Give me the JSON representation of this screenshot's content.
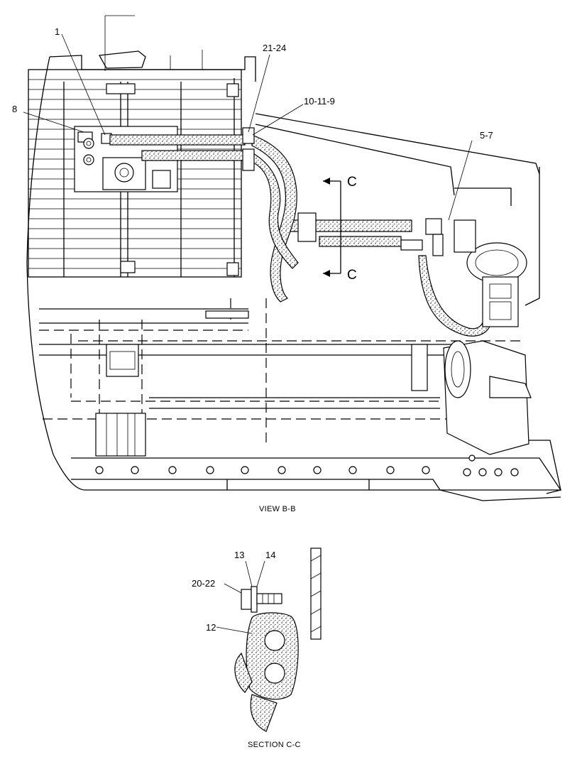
{
  "views": {
    "main_title": "VIEW B-B",
    "section_title": "SECTION C-C",
    "section_marker": "C"
  },
  "callouts": {
    "c1": "1",
    "c8": "8",
    "c21_24": "21-24",
    "c10_11_9": "10-11-9",
    "c5_7": "5-7",
    "c13": "13",
    "c14": "14",
    "c20_22": "20-22",
    "c12": "12"
  }
}
